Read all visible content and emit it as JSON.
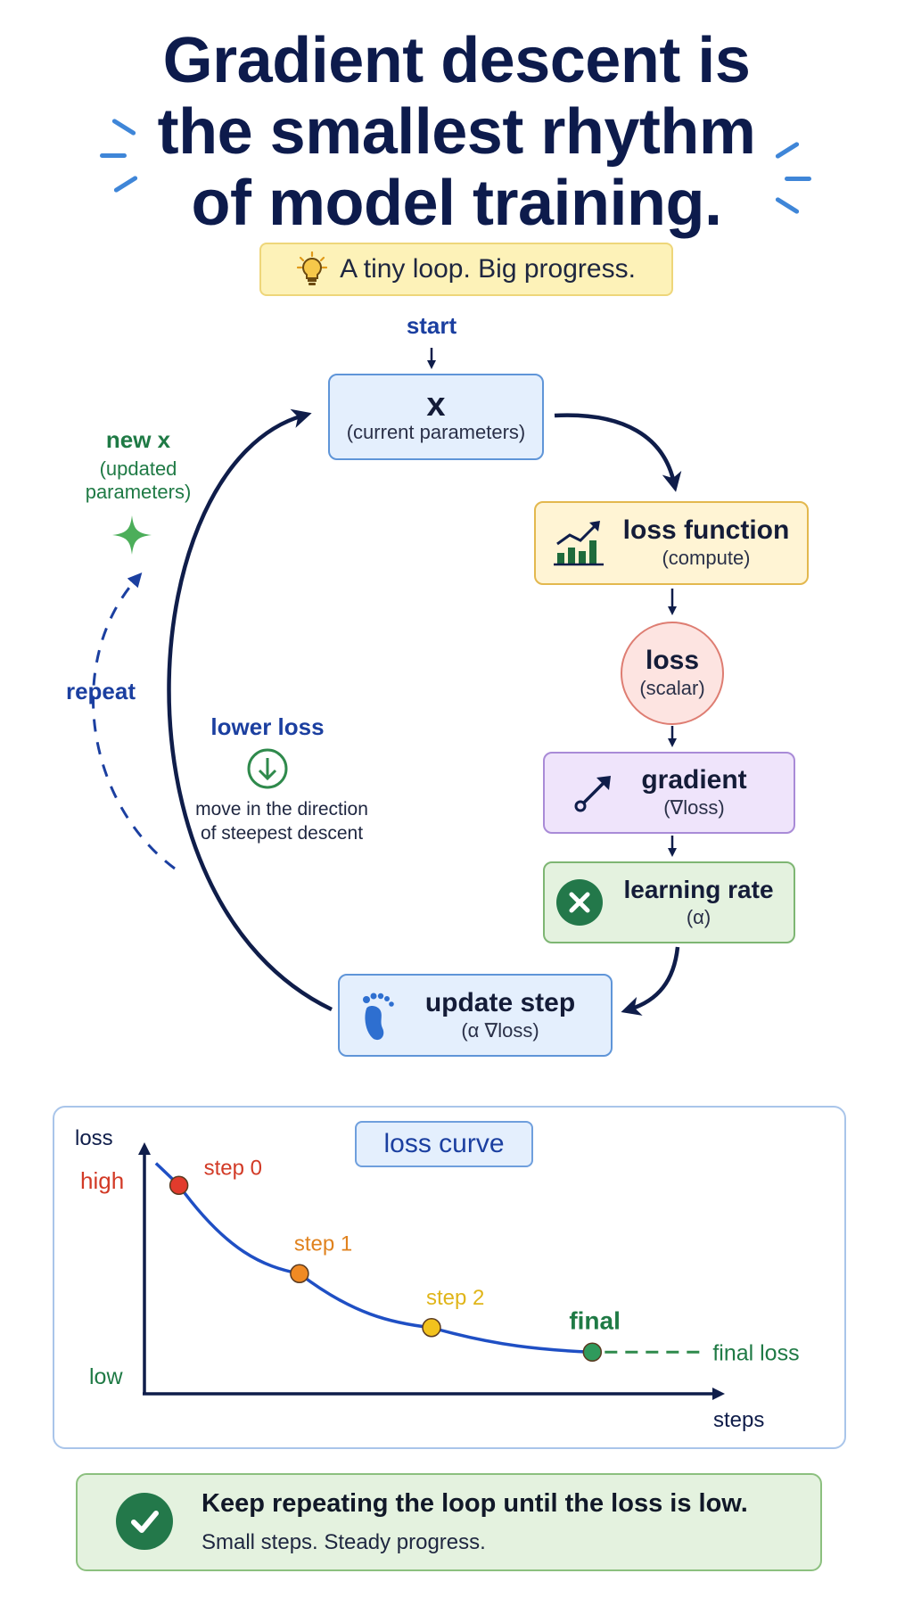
{
  "title_lines": [
    "Gradient descent is",
    "the smallest rhythm",
    "of model training."
  ],
  "tagline": "A tiny loop. Big progress.",
  "flow": {
    "start": "start",
    "x": {
      "title": "x",
      "sub": "(current parameters)"
    },
    "loss_function": {
      "title": "loss function",
      "sub": "(compute)"
    },
    "loss": {
      "title": "loss",
      "sub": "(scalar)"
    },
    "gradient": {
      "title": "gradient",
      "sub": "(∇loss)"
    },
    "learning_rate": {
      "title": "learning rate",
      "sub": "(α)"
    },
    "update_step": {
      "title": "update step",
      "sub": "(α ∇loss)"
    },
    "new_x": {
      "title": "new x",
      "sub_line1": "(updated",
      "sub_line2": "parameters)"
    },
    "repeat": "repeat",
    "lower_loss": {
      "title": "lower loss",
      "line1": "move in the direction",
      "line2": "of steepest descent"
    }
  },
  "chart": {
    "title": "loss curve",
    "ylabel": "loss",
    "xlabel": "steps",
    "y_high": "high",
    "y_low": "low",
    "final_label": "final loss"
  },
  "chart_data": {
    "type": "line",
    "title": "loss curve",
    "xlabel": "steps",
    "ylabel": "loss",
    "points": [
      {
        "label": "step 0",
        "x": 0.06,
        "y": 0.85,
        "color": "#e23b2c"
      },
      {
        "label": "step 1",
        "x": 0.27,
        "y": 0.49,
        "color": "#f08a24"
      },
      {
        "label": "step 2",
        "x": 0.5,
        "y": 0.27,
        "color": "#f2c21d"
      },
      {
        "label": "final",
        "x": 0.78,
        "y": 0.17,
        "color": "#2f9a5c"
      }
    ]
  },
  "footer": {
    "main": "Keep repeating the loop until the loss is low.",
    "sub": "Small steps. Steady progress."
  },
  "colors": {
    "navy": "#0d1b4c",
    "blue": "#1b3fa0",
    "green": "#1f7a45",
    "red": "#d23a26"
  },
  "icons": {
    "tagline": "lightbulb-icon",
    "loss_function": "bar-chart-trend-icon",
    "gradient": "diagonal-arrow-icon",
    "learning_rate": "times-circle-icon",
    "update_step": "footprint-icon",
    "new_x": "sparkle-icon",
    "lower_loss": "down-arrow-circle-icon",
    "footer": "check-circle-icon"
  }
}
